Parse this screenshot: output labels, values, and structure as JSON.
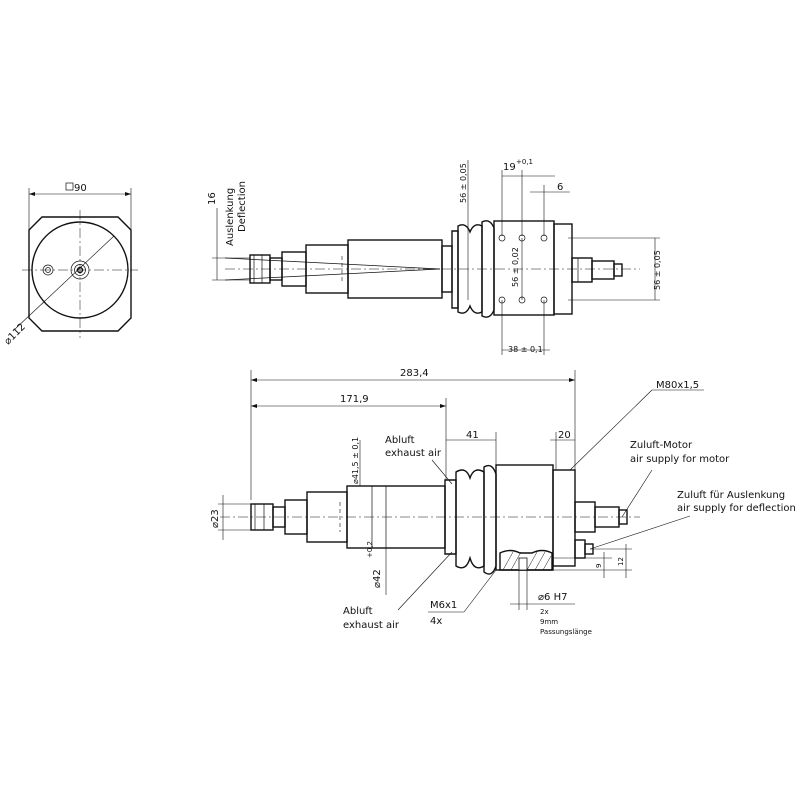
{
  "dimensions": {
    "square": "90",
    "dia_112": "112",
    "deflection_16": "16",
    "d19": "19",
    "d19_tol": "+0,1",
    "d6": "6",
    "d56_top": "56 ± 0,05",
    "d56_mid": "56 ± 0,02",
    "d56_right": "56 ± 0,05",
    "d38": "38 ± 0,1",
    "d283": "283,4",
    "d171": "171,9",
    "d41": "41",
    "d20": "20",
    "dia_23": "23",
    "dia_41_5": "41,5 ± 0,1",
    "dia_42": "42",
    "dia_42_tol": "+0,2",
    "d9": "9",
    "d12": "12",
    "dia_6h7": "6  H7",
    "count_2x": "2x",
    "depth_9mm": "9mm",
    "fit_length": "Passungslänge"
  },
  "labels": {
    "auslenkung": "Auslenkung",
    "deflection": "Deflection",
    "abluft_top_de": "Abluft",
    "abluft_top_en": "exhaust air",
    "abluft_bot_de": "Abluft",
    "abluft_bot_en": "exhaust air",
    "thread": "M80x1,5",
    "motor_de": "Zuluft-Motor",
    "motor_en": "air supply for motor",
    "defl_de": "Zuluft für Auslenkung",
    "defl_en": "air supply for deflection",
    "m6": "M6x1",
    "m6_count": "4x"
  }
}
